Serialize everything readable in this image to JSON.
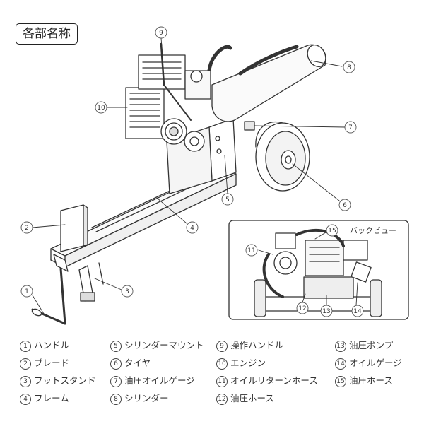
{
  "title": "各部名称",
  "back_view_label": "バックビュー",
  "callouts": [
    "1",
    "2",
    "3",
    "4",
    "5",
    "6",
    "7",
    "8",
    "9",
    "10",
    "11",
    "12",
    "13",
    "14",
    "15"
  ],
  "legend": [
    {
      "num": "1",
      "label": "ハンドル"
    },
    {
      "num": "2",
      "label": "ブレード"
    },
    {
      "num": "3",
      "label": "フットスタンド"
    },
    {
      "num": "4",
      "label": "フレーム"
    },
    {
      "num": "5",
      "label": "シリンダーマウント"
    },
    {
      "num": "6",
      "label": "タイヤ"
    },
    {
      "num": "7",
      "label": "油圧オイルゲージ"
    },
    {
      "num": "8",
      "label": "シリンダー"
    },
    {
      "num": "9",
      "label": "操作ハンドル"
    },
    {
      "num": "10",
      "label": "エンジン"
    },
    {
      "num": "11",
      "label": "オイルリターンホース"
    },
    {
      "num": "12",
      "label": "油圧ホース"
    },
    {
      "num": "13",
      "label": "油圧ポンプ"
    },
    {
      "num": "14",
      "label": "オイルゲージ"
    },
    {
      "num": "15",
      "label": "油圧ホース"
    }
  ]
}
